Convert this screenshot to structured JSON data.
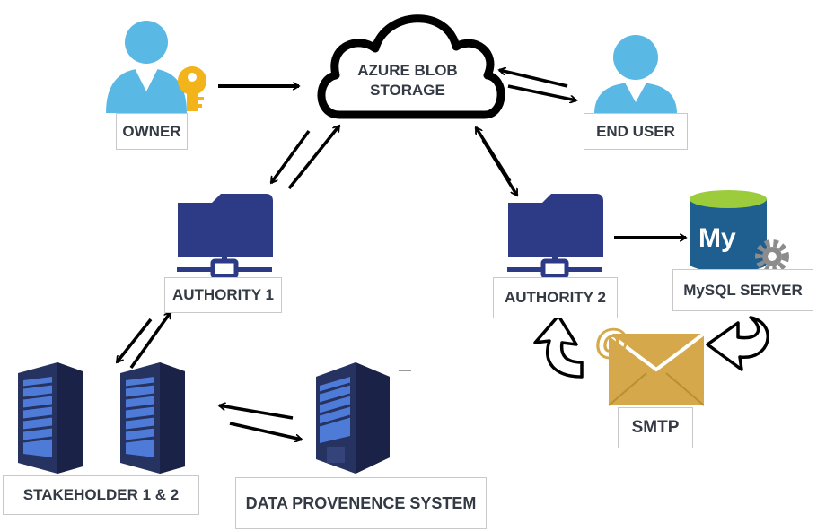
{
  "nodes": {
    "owner": "OWNER",
    "azure_blob_line1": "AZURE BLOB",
    "azure_blob_line2": "STORAGE",
    "end_user": "END USER",
    "authority1": "AUTHORITY 1",
    "authority2": "AUTHORITY 2",
    "mysql": "MySQL SERVER",
    "smtp": "SMTP",
    "stakeholder": "STAKEHOLDER 1 & 2",
    "provenance": "DATA PROVENENCE SYSTEM",
    "mysql_logo_text": "My",
    "email_symbol": "@"
  },
  "colors": {
    "user_blue": "#5ab8e4",
    "folder_navy": "#2d3a86",
    "server_navy": "#263360",
    "server_led": "#4f7bd8",
    "mysql_blue": "#1e5f8f",
    "mysql_green": "#9ccc3c",
    "envelope": "#d4a84b",
    "key_gold": "#f2b31b"
  }
}
